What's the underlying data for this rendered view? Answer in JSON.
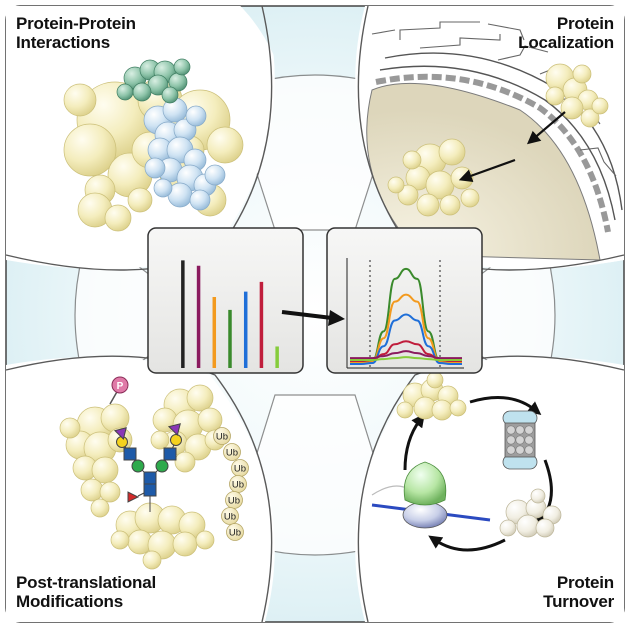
{
  "panels": {
    "protein_protein": {
      "line1": "Protein-Protein",
      "line2": "Interactions"
    },
    "localization": {
      "line1": "Protein",
      "line2": "Localization"
    },
    "ptm": {
      "line1": "Post-translational",
      "line2": "Modifications"
    },
    "turnover": {
      "line1": "Protein",
      "line2": "Turnover"
    }
  },
  "modifications": {
    "phospho_label": "P",
    "ubiquitin_label": "Ub",
    "ubiquitin_count": 7
  },
  "colors": {
    "protein_yellow": "#f3ecb8",
    "protein_blue": "#c9e0f2",
    "protein_teal": "#8cc3a8",
    "background_cyan": "#e9f6f8",
    "bar_colors": [
      "#222222",
      "#8a1a5e",
      "#f39a1e",
      "#3a8a2c",
      "#1f6fd8",
      "#c01e3c",
      "#86cc3c"
    ],
    "peak_colors": [
      "#3a8a2c",
      "#f39a1e",
      "#1f6fd8",
      "#c01e3c",
      "#8a1a5e",
      "#86cc3c"
    ]
  },
  "chart_data": [
    {
      "type": "bar",
      "categories": [
        "1",
        "2",
        "3",
        "4",
        "5",
        "6",
        "7"
      ],
      "values": [
        1.0,
        0.95,
        0.66,
        0.54,
        0.71,
        0.8,
        0.2
      ],
      "title": "",
      "xlabel": "",
      "ylabel": "",
      "ylim": [
        0,
        1.05
      ],
      "grid": false
    },
    {
      "type": "line",
      "title": "",
      "xlabel": "",
      "ylabel": "",
      "x": [
        0,
        0.1,
        0.2,
        0.3,
        0.4,
        0.5,
        0.6,
        0.7,
        0.8,
        0.9,
        1.0
      ],
      "series": [
        {
          "values": [
            0.04,
            0.04,
            0.05,
            0.35,
            0.88,
            0.98,
            0.88,
            0.35,
            0.05,
            0.04,
            0.04
          ]
        },
        {
          "values": [
            0.03,
            0.03,
            0.04,
            0.28,
            0.65,
            0.72,
            0.65,
            0.28,
            0.04,
            0.03,
            0.03
          ]
        },
        {
          "values": [
            0.02,
            0.02,
            0.03,
            0.2,
            0.46,
            0.52,
            0.46,
            0.2,
            0.03,
            0.02,
            0.02
          ]
        },
        {
          "values": [
            0.05,
            0.05,
            0.06,
            0.12,
            0.22,
            0.25,
            0.22,
            0.12,
            0.06,
            0.05,
            0.05
          ]
        },
        {
          "values": [
            0.08,
            0.08,
            0.08,
            0.1,
            0.13,
            0.15,
            0.13,
            0.1,
            0.08,
            0.08,
            0.08
          ]
        },
        {
          "values": [
            0.06,
            0.06,
            0.06,
            0.07,
            0.08,
            0.09,
            0.08,
            0.07,
            0.06,
            0.06,
            0.06
          ]
        }
      ],
      "xlim": [
        0,
        1
      ],
      "ylim": [
        0,
        1.05
      ],
      "grid": false
    }
  ]
}
